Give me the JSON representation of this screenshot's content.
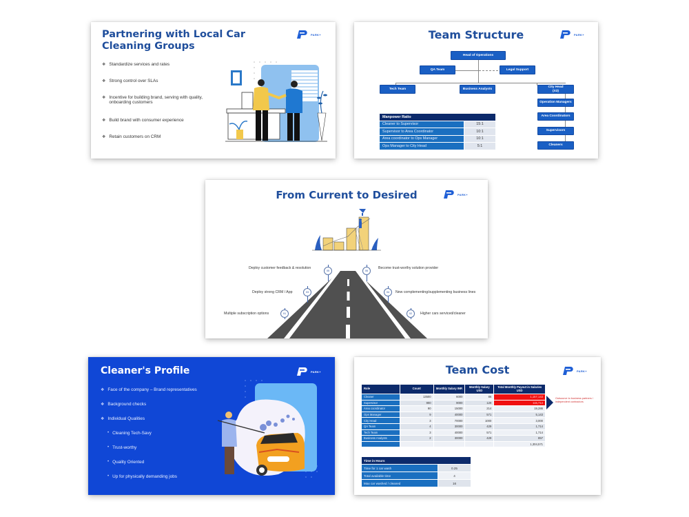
{
  "brand": {
    "logo_text": "PARK+",
    "primary": "#1f4e9c",
    "accent": "#1a5fc4",
    "dark": "#0c2a6b",
    "highlight": "#f01010"
  },
  "slides": [
    {
      "title": "Partnering with Local Car Cleaning Groups",
      "bullets": [
        "Standardize services and rates",
        "Strong control over SLAs",
        "Incentive for building brand, serving with quality, onboarding customers",
        "Build brand with consumer experience",
        "Retain customers on CRM"
      ],
      "illustration": "handshake-illustration"
    },
    {
      "title": "Team Structure",
      "org": {
        "head": "Head of Operations",
        "qa": "QA Team",
        "legal": "Legal Support",
        "tech": "Tech Team",
        "analysts": "Business Analysts",
        "city_head": "City Head",
        "city_head_sub": "(X3)",
        "chain": [
          "Operation Managers",
          "Area Coordinators",
          "Supervisors",
          "Cleaners"
        ]
      },
      "manpower": {
        "header": "Manpower Ratio",
        "rows": [
          {
            "label": "Cleaner to Supervisor",
            "value": "15:1"
          },
          {
            "label": "Supervisor to Area Coordinator",
            "value": "10:1"
          },
          {
            "label": "Area coordinator to Ops Manager",
            "value": "10:1"
          },
          {
            "label": "Ops Manager to City Head",
            "value": "5:1"
          }
        ]
      }
    },
    {
      "title": "From Current to Desired",
      "milestones": [
        {
          "num": "01",
          "label": "Multiple subscription options"
        },
        {
          "num": "02",
          "label": "Higher cars serviced/cleaner"
        },
        {
          "num": "03",
          "label": "Deploy strong CRM / App"
        },
        {
          "num": "04",
          "label": "New complementing/supplementing business lines"
        },
        {
          "num": "05",
          "label": "Deploy customer feedback & resolution"
        },
        {
          "num": "06",
          "label": "Become trust-worthy solution provider"
        }
      ]
    },
    {
      "title": "Cleaner's Profile",
      "bullets": [
        "Face of the company – Brand representatives",
        "Background checks",
        "Individual Qualities"
      ],
      "sub_bullets": [
        "Cleaning Tech-Savy",
        "Trust-worthy",
        "Quality Oriented",
        "Up for physically demanding jobs"
      ]
    },
    {
      "title": "Team Cost",
      "cost_table": {
        "headers": [
          "Role",
          "Count",
          "Monthly Salary INR",
          "Monthly Salary USD",
          "Total Monthly Payout in Salaries USD"
        ],
        "rows": [
          [
            "Cleaner",
            "13500",
            "6000",
            "86",
            "1,157,143"
          ],
          [
            "Supervisor",
            "900",
            "9000",
            "129",
            "115,714"
          ],
          [
            "Area coordinator",
            "90",
            "15000",
            "214",
            "19,286"
          ],
          [
            "Ops Manager",
            "9",
            "40000",
            "571",
            "5,143"
          ],
          [
            "City Head",
            "3",
            "70000",
            "1000",
            "3,000"
          ],
          [
            "QA Team",
            "4",
            "30000",
            "429",
            "1,714"
          ],
          [
            "Tech Team",
            "3",
            "40000",
            "571",
            "1,714"
          ],
          [
            "Business Analysts",
            "2",
            "30000",
            "429",
            "857"
          ],
          [
            "",
            "",
            "",
            "",
            "1,304,571"
          ]
        ],
        "note": "Outsource to business partners / independent contractors"
      },
      "time_table": {
        "header": "Time in Hours",
        "rows": [
          {
            "label": "Time for 1 car wash",
            "value": "0.25"
          },
          {
            "label": "Total available time",
            "value": "4"
          },
          {
            "label": "Max car washed / cleaned",
            "value": "16"
          }
        ]
      }
    }
  ]
}
